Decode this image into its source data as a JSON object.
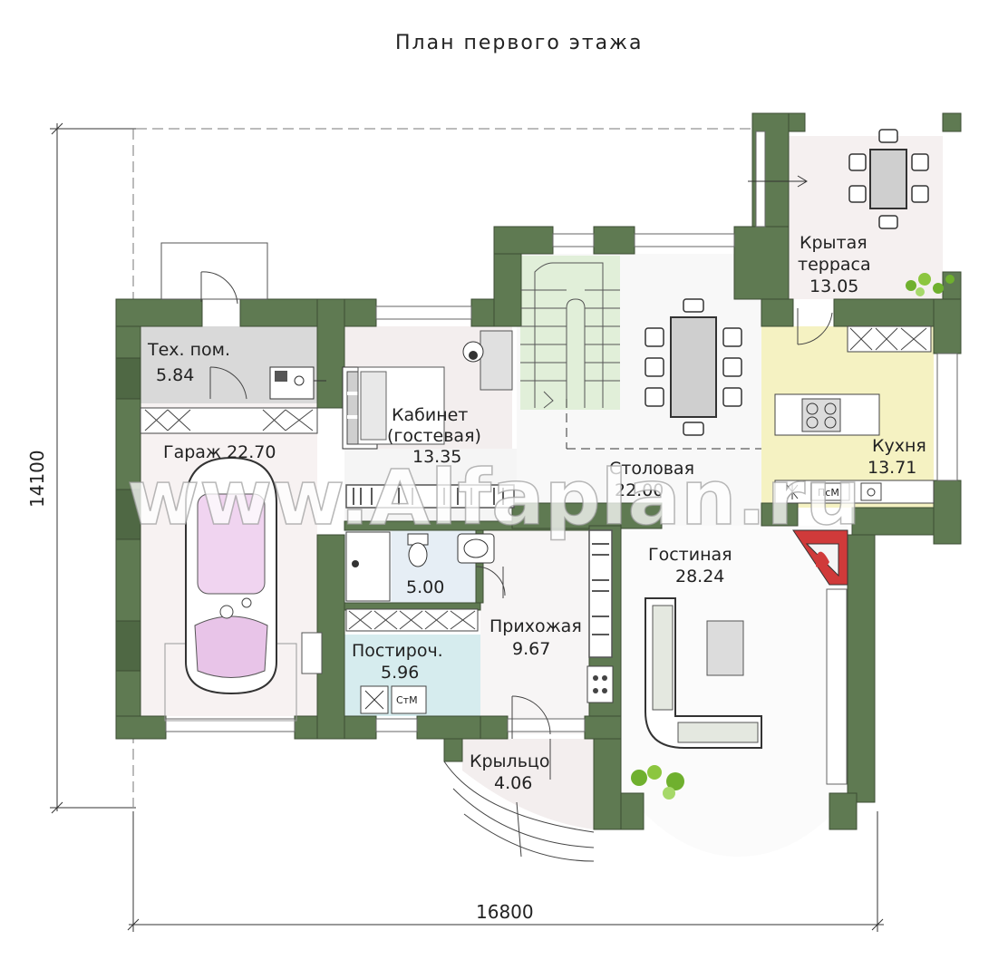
{
  "title": "План первого этажа",
  "watermark": "www.Alfaplan.ru",
  "dimensions": {
    "width": "16800",
    "height": "14100"
  },
  "rooms": {
    "tech_name": "Тех. пом.",
    "tech_area": "5.84",
    "garage": "Гараж 22.70",
    "office_line1": "Кабинет",
    "office_line2": "(гостевая)",
    "office_area": "13.35",
    "dining_name": "Столовая",
    "dining_area": "22.00",
    "terrace_line1": "Крытая",
    "terrace_line2": "терраса",
    "terrace_area": "13.05",
    "kitchen_name": "Кухня",
    "kitchen_area": "13.71",
    "bath_area": "5.00",
    "laundry_name": "Постироч.",
    "laundry_area": "5.96",
    "hall_name": "Прихожая",
    "hall_area": "9.67",
    "living_name": "Гостиная",
    "living_area": "28.24",
    "porch_name": "Крыльцо",
    "porch_area": "4.06"
  },
  "appliance_labels": {
    "washer": "СтМ",
    "dishwasher": "ПсМ"
  },
  "colors": {
    "wall": "#5f7a52",
    "tech": "#d9d9d9",
    "kitchen": "#f5f2c2",
    "stairs": "#e1efd9",
    "laundry": "#d6ecee",
    "bath": "#e6eef5",
    "garage": "#f7f2f2",
    "car": "#f0d4f0",
    "fireplace": "#d03a3a",
    "plant": "#6fb02e"
  }
}
